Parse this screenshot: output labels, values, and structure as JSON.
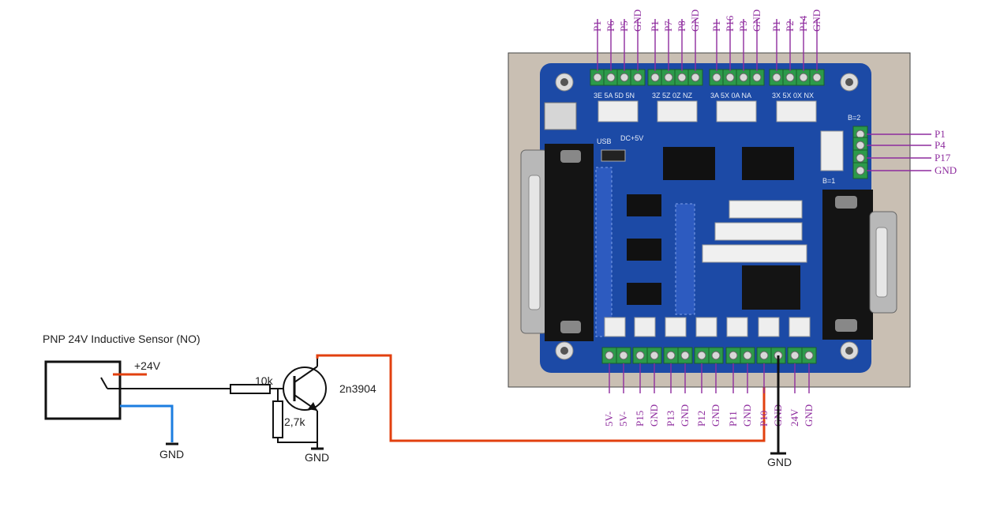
{
  "sensor": {
    "title": "PNP 24V Inductive Sensor (NO)",
    "supply": "+24V",
    "gnd": "GND"
  },
  "transistor": {
    "r_base": "10k",
    "r_pull": "2,7k",
    "part": "2n3904",
    "gnd": "GND"
  },
  "board": {
    "gnd": "GND",
    "usb_label": "USB",
    "dc_label": "DC+5V",
    "b1_label": "B=1",
    "b2_label": "B=2",
    "top_silk": [
      "3E 5A 5D 5N",
      "3Z 5Z 0Z NZ",
      "3A 5X 0A NA",
      "3X 5X 0X NX"
    ],
    "top_pins": [
      "P1",
      "P6",
      "P5",
      "GND",
      "P1",
      "P7",
      "P8",
      "GND",
      "P1",
      "P16",
      "P3",
      "GND",
      "P1",
      "P2",
      "P14",
      "GND"
    ],
    "right_pins": [
      "P1",
      "P4",
      "P17",
      "GND"
    ],
    "bottom_pins": [
      "5V-",
      "5V-",
      "P15",
      "GND",
      "P13",
      "GND",
      "P12",
      "GND",
      "P11",
      "GND",
      "P10",
      "GND",
      "24V",
      "GND"
    ]
  },
  "colors": {
    "wire_red": "#e2400f",
    "wire_blue": "#1c7ee0",
    "wire_black": "#111111",
    "pin_label": "#8e2c9e",
    "pcb": "#1c4aa6",
    "terminal": "#2c9a4a"
  }
}
